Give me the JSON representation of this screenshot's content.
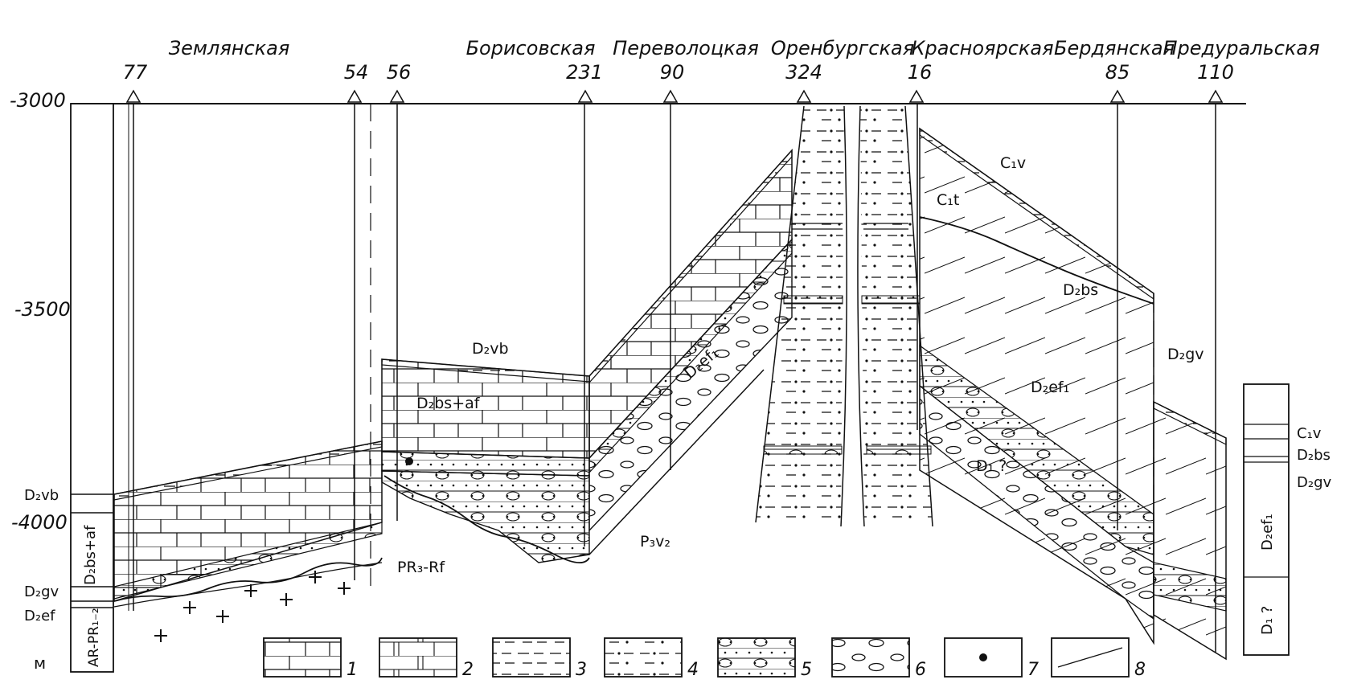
{
  "wells": [
    {
      "area": "Землянская",
      "num": "77"
    },
    {
      "area": "",
      "num": "54"
    },
    {
      "area": "",
      "num": "56"
    },
    {
      "area": "Борисовская",
      "num": "231"
    },
    {
      "area": "Переволоцкая",
      "num": "90"
    },
    {
      "area": "Оренбургская",
      "num": "324"
    },
    {
      "area": "Красноярская",
      "num": "16"
    },
    {
      "area": "Бердянская",
      "num": "85"
    },
    {
      "area": "Предуральская",
      "num": "110"
    }
  ],
  "depth_axis": {
    "unit": "м",
    "ticks": [
      "-3000",
      "-3500",
      "-4000"
    ]
  },
  "left_column": {
    "labels": [
      "D₂vb",
      "D₂bs+af",
      "D₂gv",
      "D₂ef",
      "AR-PR₁₋₂"
    ]
  },
  "right_column": {
    "labels": [
      "C₁v",
      "D₂bs",
      "D₂gv",
      "D₂ef₁",
      "D₁ ?"
    ]
  },
  "section_labels": [
    {
      "id": "d2vb-mid",
      "text": "D₂vb"
    },
    {
      "id": "d2bsaf-mid",
      "text": "D₂bs+af"
    },
    {
      "id": "pr3rf",
      "text": "PR₃-Rf"
    },
    {
      "id": "p3v2",
      "text": "P₃v₂"
    },
    {
      "id": "d2ef1-left",
      "text": "D₂ef₁"
    },
    {
      "id": "c1v",
      "text": "C₁v"
    },
    {
      "id": "c1t",
      "text": "C₁t"
    },
    {
      "id": "d2bs-right",
      "text": "D₂bs"
    },
    {
      "id": "d2gv-right",
      "text": "D₂gv"
    },
    {
      "id": "d2ef1-right",
      "text": "D₂ef₁"
    },
    {
      "id": "d1q",
      "text": "D₁ ?"
    }
  ],
  "legend": [
    {
      "num": "1",
      "pattern": "limestone"
    },
    {
      "num": "2",
      "pattern": "dolomite"
    },
    {
      "num": "3",
      "pattern": "clay-dashed"
    },
    {
      "num": "4",
      "pattern": "siltstone-dash-dot"
    },
    {
      "num": "5",
      "pattern": "sandstone-dotted"
    },
    {
      "num": "6",
      "pattern": "pebbles"
    },
    {
      "num": "7",
      "pattern": "dot"
    },
    {
      "num": "8",
      "pattern": "line"
    }
  ]
}
